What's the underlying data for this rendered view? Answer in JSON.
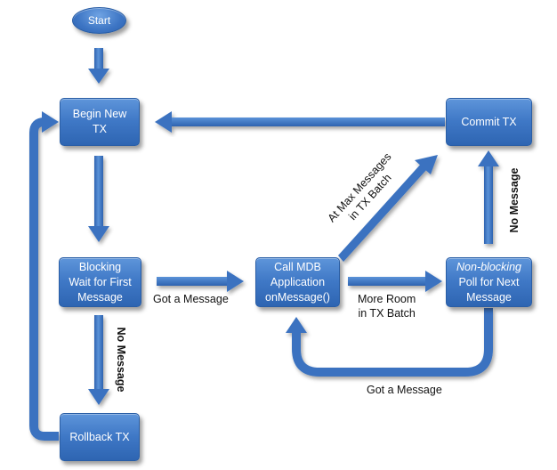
{
  "nodes": {
    "start": "Start",
    "begin_tx": [
      "Begin New",
      "TX"
    ],
    "commit_tx": "Commit TX",
    "blocking_wait": [
      "Blocking",
      "Wait for First",
      "Message"
    ],
    "call_mdb": [
      "Call MDB",
      "Application",
      "onMessage()"
    ],
    "nonblocking_poll": [
      "Non-blocking",
      "Poll for Next",
      "Message"
    ],
    "rollback_tx": "Rollback TX"
  },
  "edge_labels": {
    "got_message_1": "Got a Message",
    "more_room": [
      "More Room",
      "in TX Batch"
    ],
    "got_message_2": "Got a Message",
    "no_message_left": "No Message",
    "no_message_right": "No Message",
    "max_messages": [
      "At Max Messages",
      "in TX Batch"
    ]
  },
  "colors": {
    "node_fill": "#3f78c6",
    "node_border": "#2a5ea5",
    "arrow_fill": "#3a72c0",
    "label_text": "#111111"
  }
}
